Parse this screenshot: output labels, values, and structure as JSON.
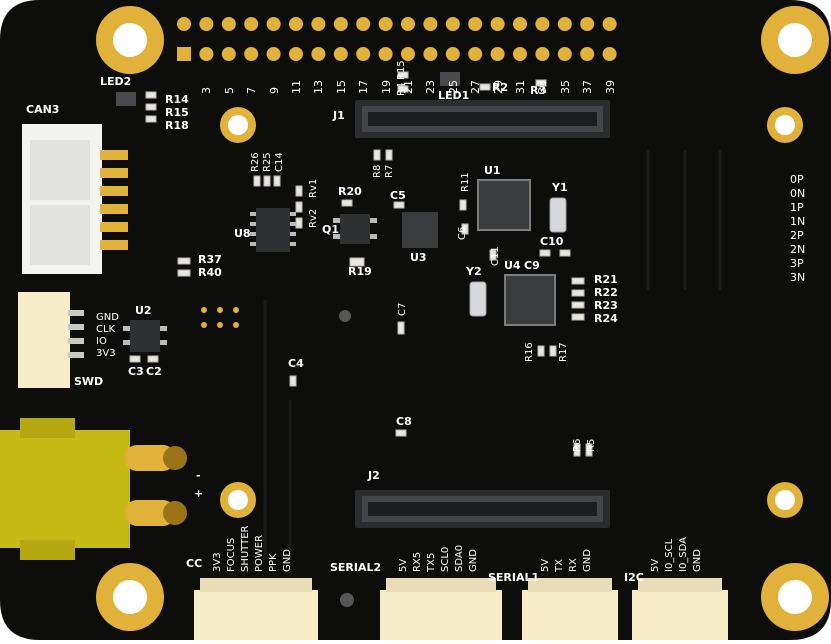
{
  "colors": {
    "board": "#0d0d0c",
    "board_edge": "#1a1a18",
    "gold": "#e1b23a",
    "gold_dark": "#9c7418",
    "chip": "#3a3b3d",
    "chip_light": "#5b5d60",
    "connector_white": "#f3f3f1",
    "connector_cream": "#f5ecc8",
    "yellow_conn": "#c6ba16",
    "silk": "#ffffff"
  },
  "header_pins": {
    "odd_numbers": [
      "3",
      "5",
      "7",
      "9",
      "11",
      "13",
      "15",
      "17",
      "19",
      "21",
      "23",
      "25",
      "27",
      "29",
      "31",
      "33",
      "35",
      "37",
      "39"
    ]
  },
  "labels": {
    "led2": "LED2",
    "r14": "R14",
    "r15a": "R15",
    "r18": "R18",
    "can3": "CAN3",
    "j1": "J1",
    "j2": "J2",
    "r15b": "R15",
    "r4": "R4",
    "led1": "LED1",
    "r2": "R2",
    "r3": "R3",
    "r26": "R26",
    "r25": "R25",
    "c14": "C14",
    "rv1": "Rv1",
    "rv2": "Rv2",
    "r20": "R20",
    "c5": "C5",
    "r8": "R8",
    "r7": "R7",
    "r11": "R11",
    "u1": "U1",
    "y1": "Y1",
    "u8": "U8",
    "q1": "Q1",
    "r19": "R19",
    "u3": "U3",
    "c6": "C6",
    "c10": "C10",
    "c11": "C11",
    "y2": "Y2",
    "u4": "U4",
    "c9": "C9",
    "r21": "R21",
    "r22": "R22",
    "r23": "R23",
    "r24": "R24",
    "r37": "R37",
    "r40": "R40",
    "u2": "U2",
    "c3": "C3",
    "c2": "C2",
    "c7": "C7",
    "c4": "C4",
    "c8": "C8",
    "r16": "R16",
    "r17": "R17",
    "r6": "R6",
    "r5": "R5",
    "swd": "SWD",
    "minus": "-",
    "plus": "+",
    "cc": "CC",
    "serial2": "SERIAL2",
    "serial1": "SERIAL1",
    "i2c": "I2C"
  },
  "swd_pins": [
    "GND",
    "CLK",
    "IO",
    "3V3"
  ],
  "lane_labels": [
    "0P",
    "0N",
    "1P",
    "1N",
    "2P",
    "2N",
    "3P",
    "3N"
  ],
  "cc_pins": [
    "3V3",
    "FOCUS",
    "SHUTTER",
    "POWER",
    "PPK",
    "GND"
  ],
  "serial2_pins": [
    "5V",
    "RX5",
    "TX5",
    "SCL0",
    "SDA0",
    "GND"
  ],
  "serial1_pins": [
    "5V",
    "TX",
    "RX",
    "GND"
  ],
  "i2c_pins": [
    "5V",
    "I0_SCL",
    "I0_SDA",
    "GND"
  ]
}
